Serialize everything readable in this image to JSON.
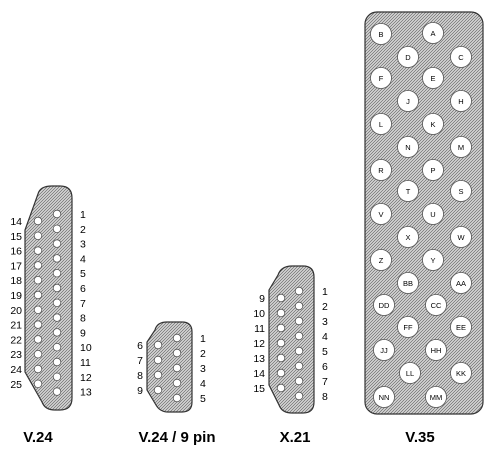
{
  "connectors": {
    "v24": {
      "title": "V.24",
      "left_numbers": [
        "14",
        "15",
        "16",
        "17",
        "18",
        "19",
        "20",
        "21",
        "22",
        "23",
        "24",
        "25"
      ],
      "right_numbers": [
        "1",
        "2",
        "3",
        "4",
        "5",
        "6",
        "7",
        "8",
        "9",
        "10",
        "11",
        "12",
        "13"
      ]
    },
    "v24_9": {
      "title": "V.24 / 9 pin",
      "left_numbers": [
        "6",
        "7",
        "8",
        "9"
      ],
      "right_numbers": [
        "1",
        "2",
        "3",
        "4",
        "5"
      ]
    },
    "x21": {
      "title": "X.21",
      "left_numbers": [
        "9",
        "10",
        "11",
        "12",
        "13",
        "14",
        "15"
      ],
      "right_numbers": [
        "1",
        "2",
        "3",
        "4",
        "5",
        "6",
        "7",
        "8"
      ]
    },
    "v35": {
      "title": "V.35",
      "pins": [
        "B",
        "A",
        "D",
        "C",
        "F",
        "E",
        "J",
        "H",
        "L",
        "K",
        "N",
        "M",
        "R",
        "P",
        "T",
        "S",
        "V",
        "U",
        "X",
        "W",
        "Z",
        "Y",
        "BB",
        "AA",
        "DD",
        "CC",
        "FF",
        "EE",
        "JJ",
        "HH",
        "LL",
        "KK",
        "NN",
        "MM"
      ]
    }
  },
  "colors": {
    "hatch_line": "#555555",
    "hatch_bg": "#d8d8d8",
    "pin_fill": "#ffffff",
    "outline": "#333333"
  }
}
